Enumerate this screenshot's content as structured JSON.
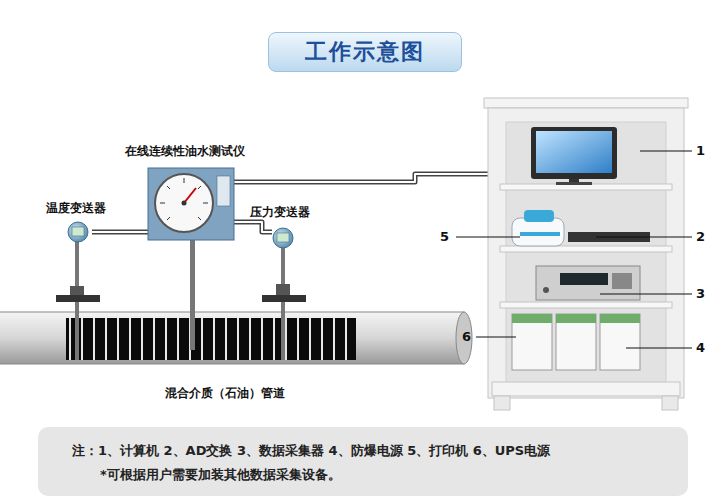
{
  "diagram": {
    "title": "工作示意图",
    "nodes": [
      {
        "text": [
          "注：1、计算机 2、AD交换 3、数据采集器 4、防爆电源 5、打印机 6、UPS电源",
          "*可根据用户需要加装其他数据采集设备。"
        ]
      }
    ],
    "labels": [
      "在线连续性油水测试仪",
      "温度变送器",
      "压力变送器",
      "1",
      "5",
      "2",
      "3",
      "6",
      "4",
      "混合介质（石油）管道"
    ]
  }
}
